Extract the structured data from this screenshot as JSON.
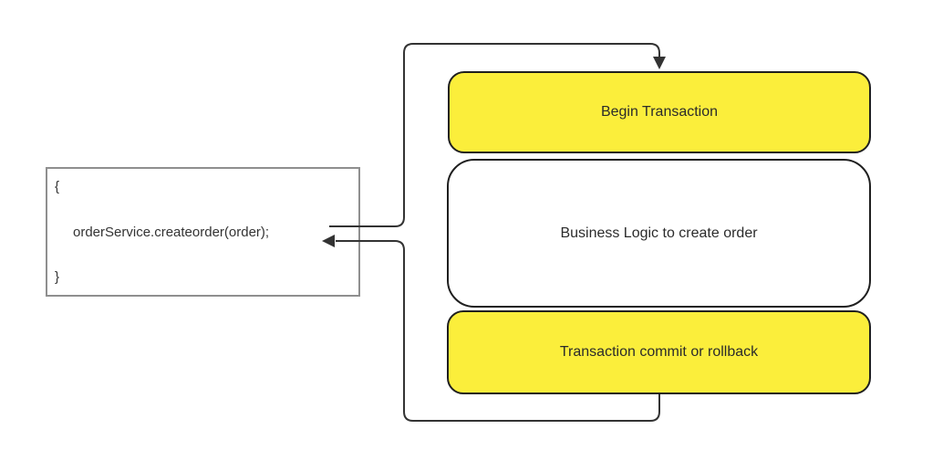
{
  "code_block": {
    "lines": [
      "{",
      "orderService.createorder(order);",
      "}"
    ]
  },
  "nodes": [
    {
      "id": "begin-transaction",
      "label": "Begin Transaction",
      "fill": "#fbee3b"
    },
    {
      "id": "business-logic",
      "label": "Business Logic to create order",
      "fill": "#ffffff"
    },
    {
      "id": "transaction-commit-rollback",
      "label": "Transaction commit or rollback",
      "fill": "#fbee3b"
    }
  ],
  "connectors": [
    {
      "from": "code-call-line",
      "to": "begin-transaction",
      "kind": "call-arrow"
    },
    {
      "from": "transaction-commit-rollback",
      "to": "code-call-line",
      "kind": "return-arrow"
    }
  ],
  "colors": {
    "node_yellow": "#fbee3b",
    "node_white": "#ffffff",
    "node_border": "#1f1f1f",
    "connector": "#333333",
    "code_box_border": "#8f8f8f",
    "text": "#2b2b2b",
    "background": "#ffffff"
  }
}
